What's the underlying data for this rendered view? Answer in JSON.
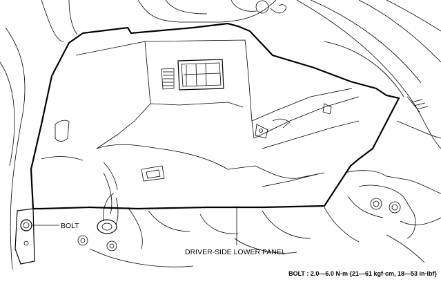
{
  "diagram": {
    "labels": {
      "bolt": "BOLT",
      "panel": "DRIVER-SIDE LOWER PANEL"
    },
    "torque_spec": "BOLT : 2.0—6.0 N·m {21—61 kgf·cm, 18—53 in·lbf}"
  },
  "colors": {
    "line": "#000000",
    "background": "#ffffff"
  }
}
